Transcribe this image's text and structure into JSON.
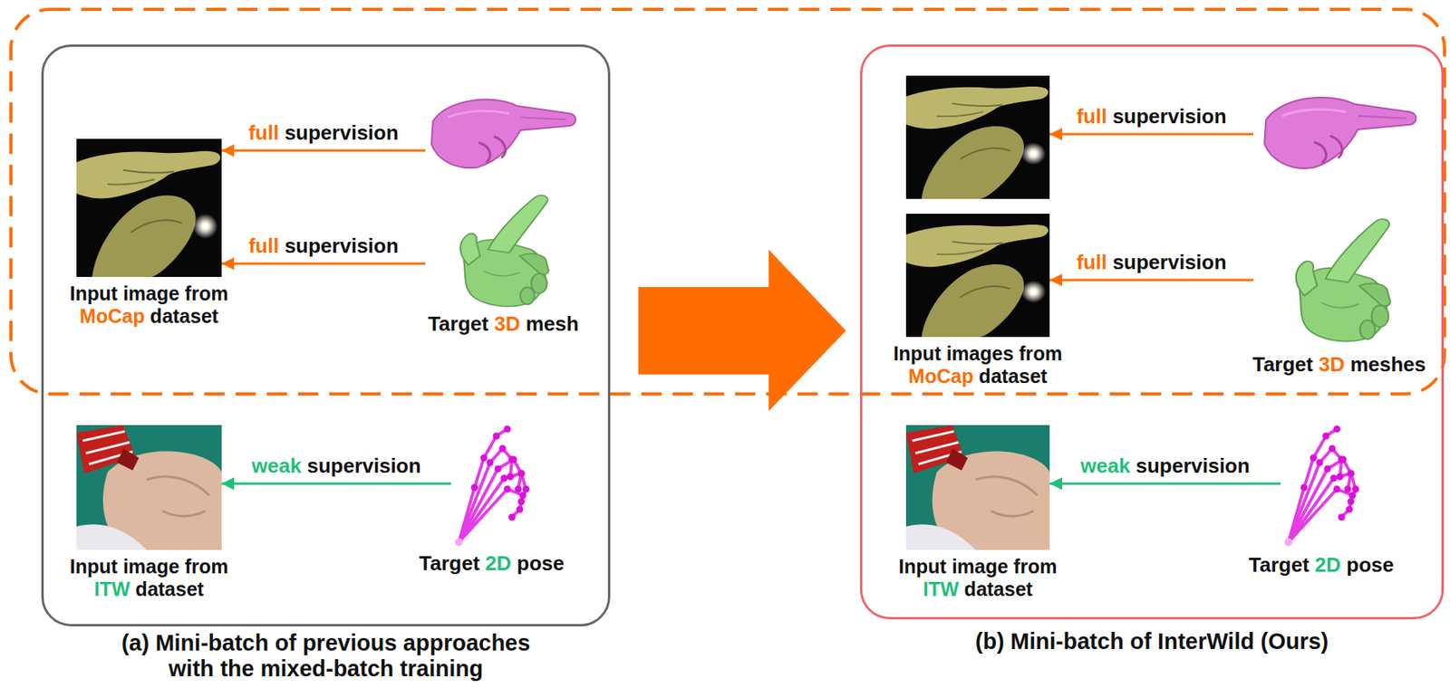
{
  "diagram": {
    "nodes": [
      {
        "text": [
          "(a) Mini-batch of previous approaches with the mixed-batch training"
        ]
      },
      {
        "text": [
          "Input image from MoCap dataset"
        ],
        "in": 0
      },
      {
        "text": [
          "Target 3D mesh"
        ],
        "in": 0
      },
      {
        "text": [
          "Input image from ITW dataset"
        ],
        "in": 0
      },
      {
        "text": [
          "Target 2D pose"
        ],
        "in": 0
      },
      {
        "text": [
          "(b) Mini-batch of InterWild (Ours)"
        ]
      },
      {
        "text": [
          "Input images from MoCap dataset"
        ],
        "in": 5
      },
      {
        "text": [
          "Target 3D meshes"
        ],
        "in": 5
      },
      {
        "text": [
          "Input image from ITW dataset"
        ],
        "in": 5
      },
      {
        "text": [
          "Target 2D pose"
        ],
        "in": 5
      }
    ],
    "edges": [
      {
        "from": 2,
        "to": 1,
        "label": "full supervision",
        "arrow": "to"
      },
      {
        "from": 2,
        "to": 1,
        "label": "full supervision",
        "arrow": "to"
      },
      {
        "from": 4,
        "to": 3,
        "label": "weak supervision",
        "arrow": "to"
      },
      {
        "from": 7,
        "to": 6,
        "label": "full supervision",
        "arrow": "to"
      },
      {
        "from": 7,
        "to": 6,
        "label": "full supervision",
        "arrow": "to"
      },
      {
        "from": 9,
        "to": 8,
        "label": "weak supervision",
        "arrow": "to"
      }
    ]
  }
}
